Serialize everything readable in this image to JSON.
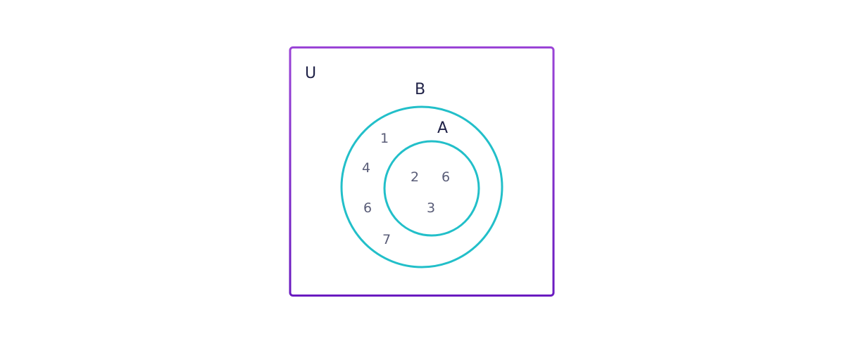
{
  "diagram": {
    "type": "venn",
    "universe": {
      "label": "U"
    },
    "sets": {
      "B": {
        "label": "B",
        "elements_only_B": [
          "1",
          "4",
          "6",
          "7"
        ]
      },
      "A": {
        "label": "A",
        "elements": [
          "2",
          "6",
          "3"
        ]
      }
    },
    "relation": "A is a subset of B"
  },
  "colors": {
    "background": "#ffffff",
    "universe_border": "#7a2fcc",
    "set_circles": "#22bfc9",
    "set_label_text": "#1f2147",
    "element_text": "#5a5d78"
  }
}
